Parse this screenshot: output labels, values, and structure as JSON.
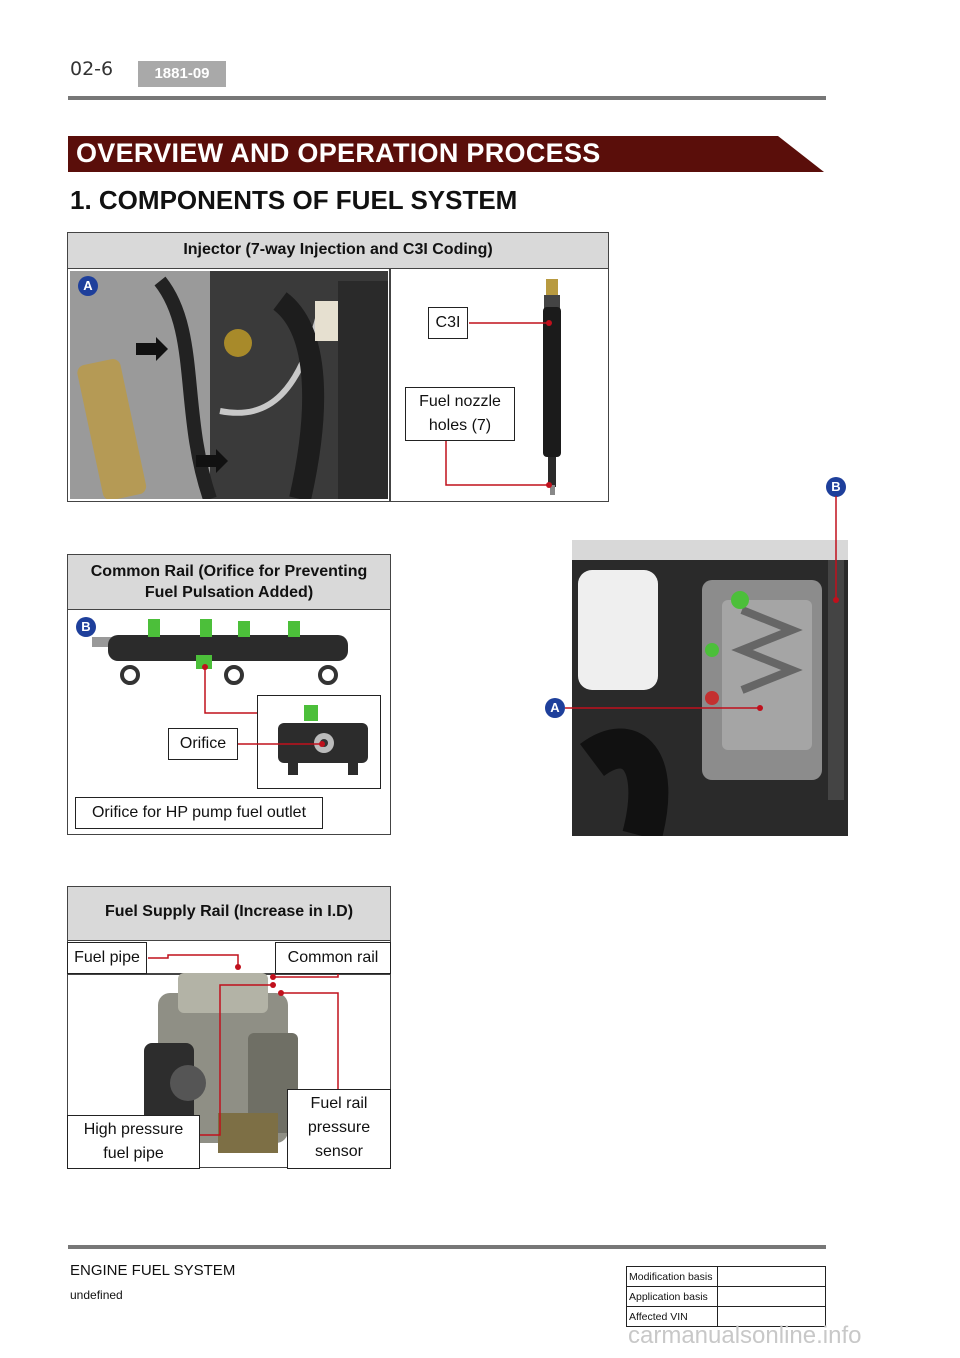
{
  "header": {
    "page_number": "02-6",
    "code": "1881-09"
  },
  "section": {
    "banner": "OVERVIEW AND OPERATION PROCESS",
    "heading": "1. COMPONENTS OF FUEL SYSTEM"
  },
  "injector_panel": {
    "title": "Injector (7-way Injection and C3I Coding)",
    "marker": "A",
    "callouts": {
      "c3i": "C3I",
      "nozzle_line1": "Fuel nozzle",
      "nozzle_line2": "holes (7)"
    }
  },
  "rail_panel": {
    "title_line1": "Common Rail (Orifice for Preventing",
    "title_line2": "Fuel Pulsation Added)",
    "marker": "B",
    "callouts": {
      "orifice": "Orifice",
      "hp_outlet": "Orifice for HP pump fuel outlet"
    }
  },
  "engine_photo": {
    "marker_a": "A",
    "marker_b": "B"
  },
  "supply_panel": {
    "title": "Fuel Supply Rail (Increase in I.D)",
    "callouts": {
      "fuel_pipe": "Fuel pipe",
      "common_rail": "Common rail",
      "hp_line1": "High pressure",
      "hp_line2": "fuel pipe",
      "sensor_line1": "Fuel rail",
      "sensor_line2": "pressure",
      "sensor_line3": "sensor"
    }
  },
  "footer": {
    "title": "ENGINE FUEL SYSTEM",
    "subtitle": "undefined",
    "meta_rows": [
      "Modification basis",
      "Application basis",
      "Affected VIN"
    ],
    "watermark": "carmanualsonline.info"
  },
  "colors": {
    "banner": "#5a0e0a",
    "callout_line": "#c0101c",
    "marker": "#1e3f9b"
  }
}
